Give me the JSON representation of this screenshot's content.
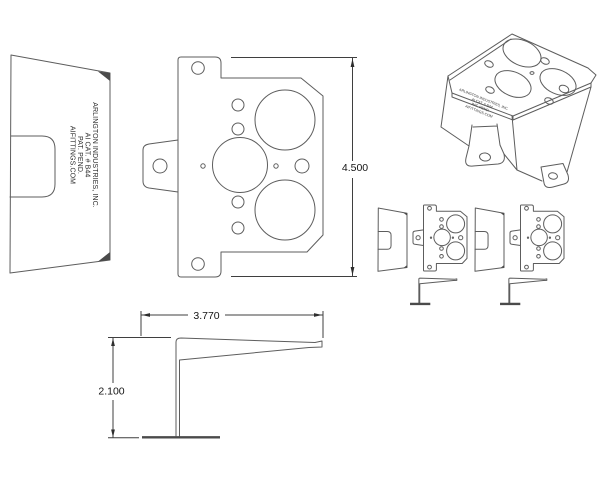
{
  "drawing_label": {
    "line1": "ARLINGTON INDUSTRIES, INC.",
    "line2": "AI CAT. # B44",
    "line3": "PAT. PEND.",
    "line4": "AIFITTINGS.COM"
  },
  "dimensions": {
    "front_overall_height": "4.500",
    "side_depth": "3.770",
    "side_height": "2.100"
  },
  "colors": {
    "background": "#ffffff",
    "part_line": "#5d5d5d",
    "dimension_line": "#3f3f3f",
    "text": "#141414"
  }
}
